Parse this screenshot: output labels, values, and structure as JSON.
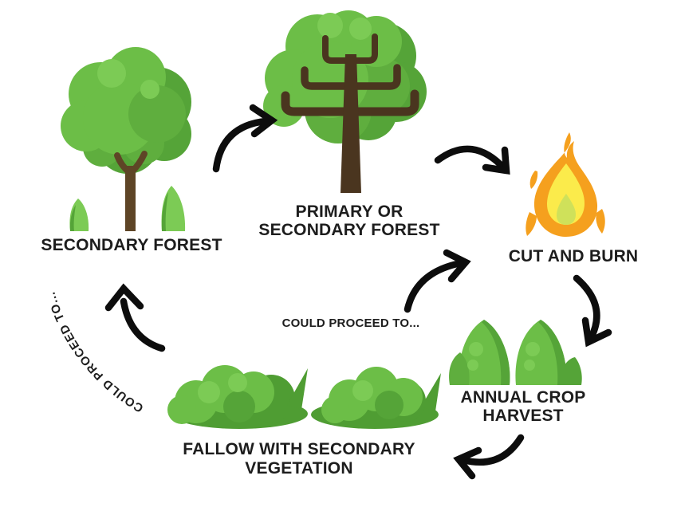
{
  "nodes": [
    {
      "id": "secondary-forest",
      "icon": "tree-icon",
      "lines": [
        "SECONDARY FOREST"
      ]
    },
    {
      "id": "primary-or-secondary-forest",
      "icon": "branched-tree-icon",
      "lines": [
        "PRIMARY OR",
        "SECONDARY FOREST"
      ]
    },
    {
      "id": "cut-and-burn",
      "icon": "fire-icon",
      "lines": [
        "CUT AND BURN"
      ]
    },
    {
      "id": "annual-crop-harvest",
      "icon": "crop-bushes-icon",
      "lines": [
        "ANNUAL CROP",
        "HARVEST"
      ]
    },
    {
      "id": "fallow-with-secondary-vegetation",
      "icon": "shrub-bushes-icon",
      "lines": [
        "FALLOW WITH SECONDARY",
        "VEGETATION"
      ]
    }
  ],
  "annotations": {
    "curved_label": "COULD PROCEED TO...",
    "center_label": "COULD PROCEED TO..."
  },
  "colors": {
    "background": "#ffffff",
    "text": "#1d1d1d",
    "arrow": "#0d0d0d",
    "canopy_light": "#6cbe47",
    "canopy_mid": "#5fae3e",
    "canopy_dark": "#55a438",
    "bush_dark": "#4f9d33",
    "bush_bright": "#7ccb55",
    "trunk_light": "#5e4526",
    "trunk_dark": "#4a351f",
    "flame_orange": "#f5a01e",
    "flame_yellow": "#fbeb4b",
    "flame_green": "#cfe15a"
  }
}
